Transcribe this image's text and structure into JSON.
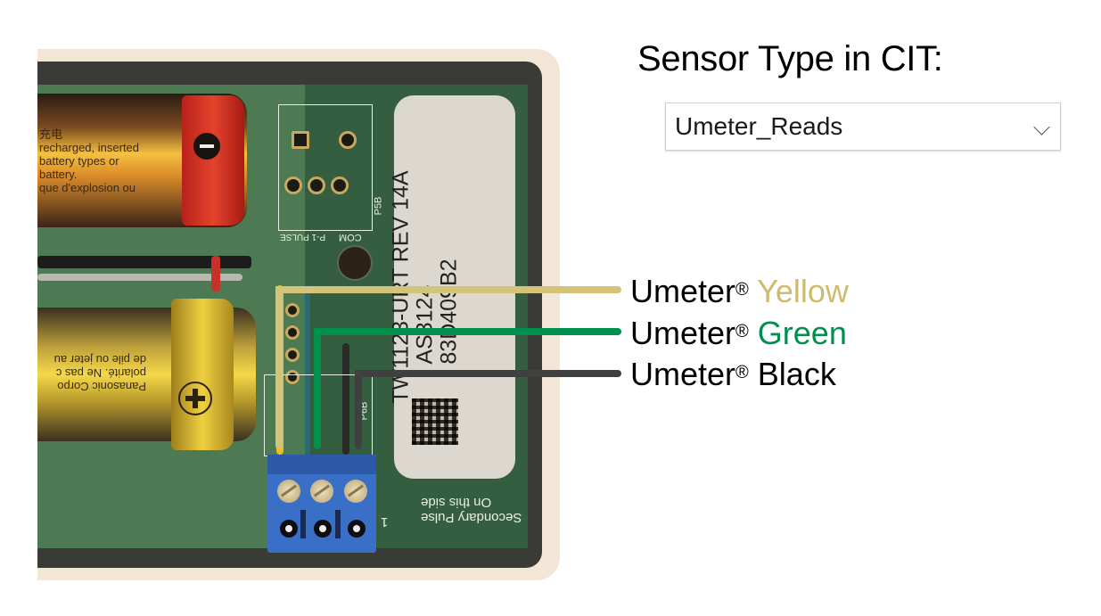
{
  "panel": {
    "title": "Sensor Type in CIT:",
    "sensor_select": {
      "value": "Umeter_Reads",
      "icon": "chevron-down-icon"
    }
  },
  "callouts": [
    {
      "prefix": "Umeter",
      "mark": "®",
      "color_word": "Yellow",
      "line_color": "#d4c47a",
      "word_color": "#cdbb6f"
    },
    {
      "prefix": "Umeter",
      "mark": "®",
      "color_word": "Green",
      "line_color": "#00904e",
      "word_color": "#008f4c"
    },
    {
      "prefix": "Umeter",
      "mark": "®",
      "color_word": "Black",
      "line_color": "#404040",
      "word_color": "#000000"
    }
  ],
  "photo": {
    "board_label": {
      "line1": "TW1123-URT REV 14A",
      "line2": "AS3124",
      "line3": "83D409B2"
    },
    "silkscreen": {
      "connector": "P5B",
      "com": "COM",
      "pulse": "P-1 PULSE",
      "terminal": "P6B",
      "pin1": "1",
      "secondary_note": "Secondary Pulse\nOn this side"
    },
    "battery_top_text": "充电\nrecharged, inserted\nbattery types or\nbattery.\nque d'explosion ou",
    "battery_bottom_text": "Panasonic Corpo\npolarité. Ne pas c\nde pile ou jeter au"
  }
}
